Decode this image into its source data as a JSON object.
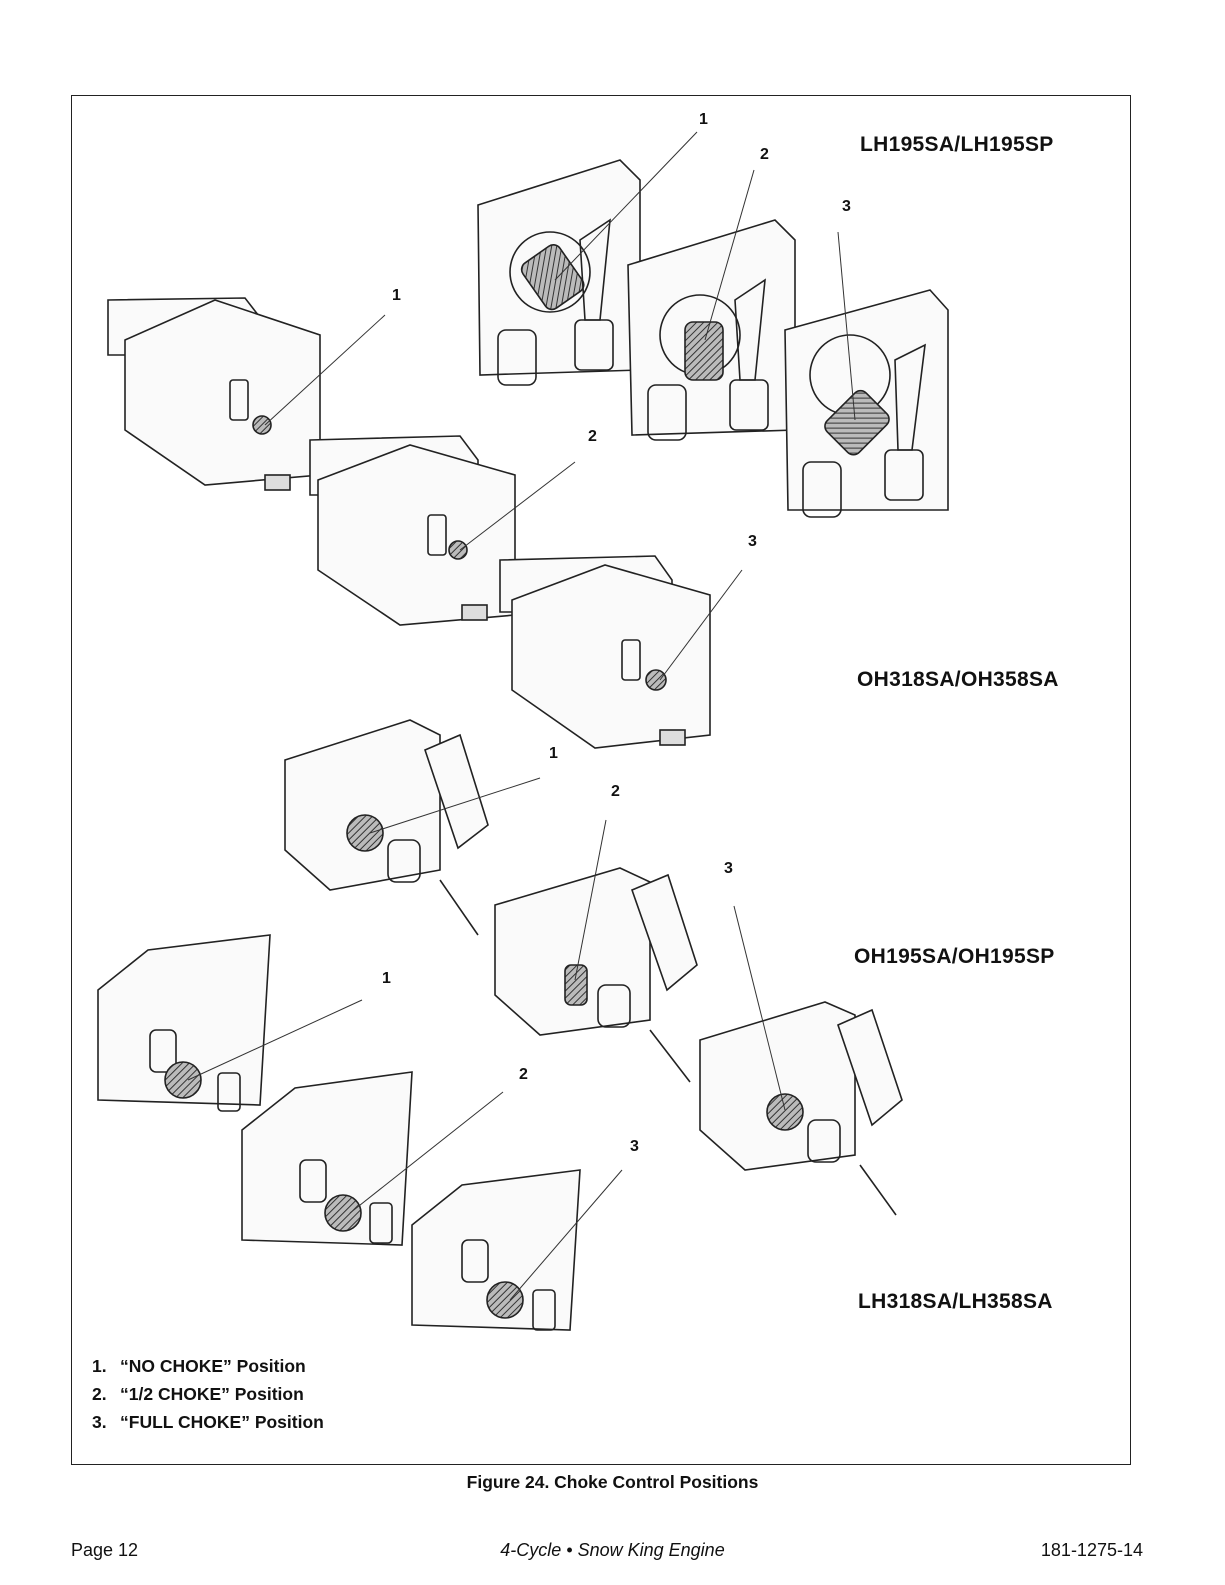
{
  "models": [
    {
      "label": "LH195SA/LH195SP"
    },
    {
      "label": "OH318SA/OH358SA"
    },
    {
      "label": "OH195SA/OH195SP"
    },
    {
      "label": "LH318SA/LH358SA"
    }
  ],
  "callouts": [
    "1",
    "2",
    "3"
  ],
  "legend": [
    {
      "num": "1.",
      "text": "“NO CHOKE” Position"
    },
    {
      "num": "2.",
      "text": "“1/2 CHOKE” Position"
    },
    {
      "num": "3.",
      "text": "“FULL CHOKE” Position"
    }
  ],
  "caption": "Figure 24. Choke Control Positions",
  "footer": {
    "page": "Page 12",
    "title": "4-Cycle • Snow King Engine",
    "doc_number": "181-1275-14"
  }
}
